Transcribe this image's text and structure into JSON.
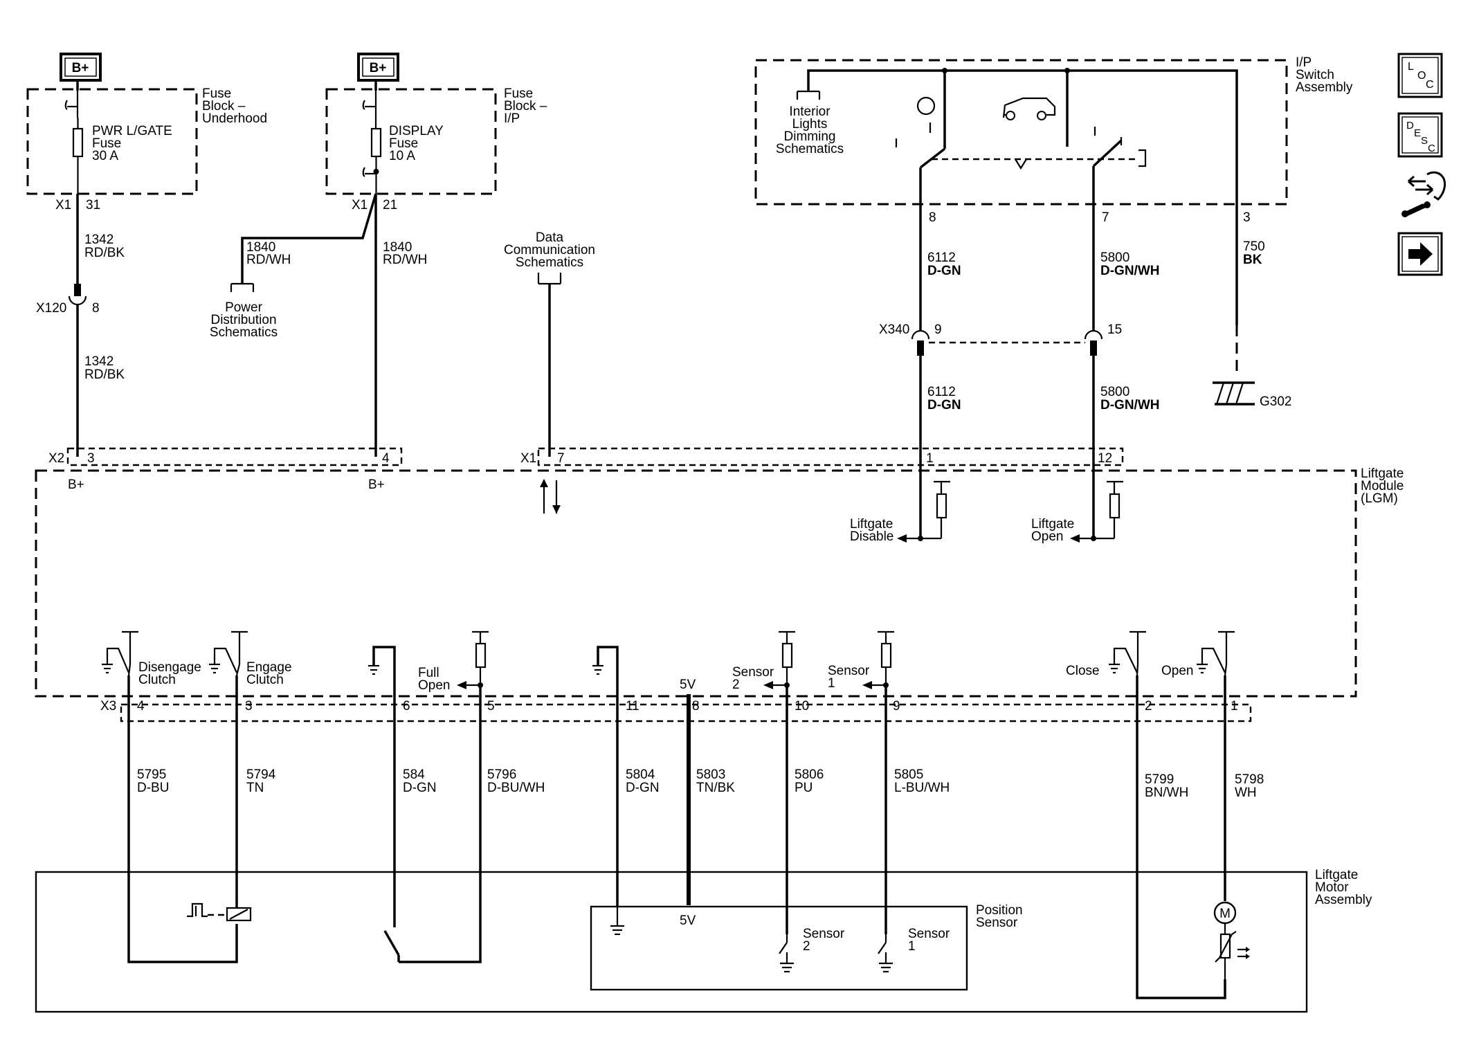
{
  "power_sources": [
    {
      "label": "B+"
    },
    {
      "label": "B+"
    }
  ],
  "fuse_blocks": [
    {
      "name_lines": [
        "Fuse",
        "Block –",
        "Underhood"
      ],
      "fuse_lines": [
        "PWR L/GATE",
        "Fuse",
        "30 A"
      ],
      "connector": "X1",
      "pin": "31"
    },
    {
      "name_lines": [
        "Fuse",
        "Block –",
        "I/P"
      ],
      "fuse_lines": [
        "DISPLAY",
        "Fuse",
        "10 A"
      ],
      "connector": "X1",
      "pin": "21"
    }
  ],
  "switch_assembly": {
    "name_lines": [
      "I/P",
      "Switch",
      "Assembly"
    ],
    "ref_lines": [
      "Interior",
      "Lights",
      "Dimming",
      "Schematics"
    ],
    "pins": [
      "8",
      "7",
      "3"
    ]
  },
  "references": {
    "power_distribution": [
      "Power",
      "Distribution",
      "Schematics"
    ],
    "data_communication": [
      "Data",
      "Communication",
      "Schematics"
    ]
  },
  "wires": [
    {
      "circuit": "1342",
      "color": "RD/BK"
    },
    {
      "circuit": "1342",
      "color": "RD/BK"
    },
    {
      "circuit": "1840",
      "color": "RD/WH"
    },
    {
      "circuit": "1840",
      "color": "RD/WH"
    },
    {
      "circuit": "6112",
      "color": "D-GN"
    },
    {
      "circuit": "6112",
      "color": "D-GN"
    },
    {
      "circuit": "5800",
      "color": "D-GN/WH"
    },
    {
      "circuit": "5800",
      "color": "D-GN/WH"
    },
    {
      "circuit": "750",
      "color": "BK"
    },
    {
      "circuit": "5795",
      "color": "D-BU"
    },
    {
      "circuit": "5794",
      "color": "TN"
    },
    {
      "circuit": "584",
      "color": "D-GN"
    },
    {
      "circuit": "5796",
      "color": "D-BU/WH"
    },
    {
      "circuit": "5804",
      "color": "D-GN"
    },
    {
      "circuit": "5803",
      "color": "TN/BK"
    },
    {
      "circuit": "5806",
      "color": "PU"
    },
    {
      "circuit": "5805",
      "color": "L-BU/WH"
    },
    {
      "circuit": "5799",
      "color": "BN/WH"
    },
    {
      "circuit": "5798",
      "color": "WH"
    }
  ],
  "inline_connectors": [
    {
      "name": "X120",
      "pin": "8"
    },
    {
      "name": "X340",
      "pins": [
        "9",
        "15"
      ]
    }
  ],
  "ground": "G302",
  "module": {
    "name_lines": [
      "Liftgate",
      "Module",
      "(LGM)"
    ],
    "x2_label": "X2",
    "x2_pins": [
      "3",
      "4"
    ],
    "x1_label": "X1",
    "x1_pins": [
      "7",
      "1",
      "12"
    ],
    "x3_label": "X3",
    "x3_pins": [
      "4",
      "3",
      "6",
      "5",
      "11",
      "8",
      "10",
      "9",
      "2",
      "1"
    ],
    "bplus": "B+",
    "inputs": [
      {
        "lines": [
          "Liftgate",
          "Disable"
        ]
      },
      {
        "lines": [
          "Liftgate",
          "Open"
        ]
      }
    ],
    "internal_labels": {
      "disengage": [
        "Disengage",
        "Clutch"
      ],
      "engage": [
        "Engage",
        "Clutch"
      ],
      "full_open": [
        "Full",
        "Open"
      ],
      "five_v": "5V",
      "sensor2": [
        "Sensor",
        "2"
      ],
      "sensor1": [
        "Sensor",
        "1"
      ],
      "close": "Close",
      "open": "Open"
    }
  },
  "motor_assembly": {
    "name_lines": [
      "Liftgate",
      "Motor",
      "Assembly"
    ],
    "position_sensor": [
      "Position",
      "Sensor"
    ],
    "five_v": "5V",
    "sensor2": [
      "Sensor",
      "2"
    ],
    "sensor1": [
      "Sensor",
      "1"
    ],
    "motor": "M"
  },
  "nav_icons": [
    {
      "icon": "loc-icon",
      "letters": [
        "L",
        "O",
        "C"
      ]
    },
    {
      "icon": "desc-icon",
      "letters": [
        "D",
        "E",
        "S",
        "C"
      ]
    },
    {
      "icon": "troubleshoot-icon"
    },
    {
      "icon": "next-arrow-icon"
    }
  ]
}
